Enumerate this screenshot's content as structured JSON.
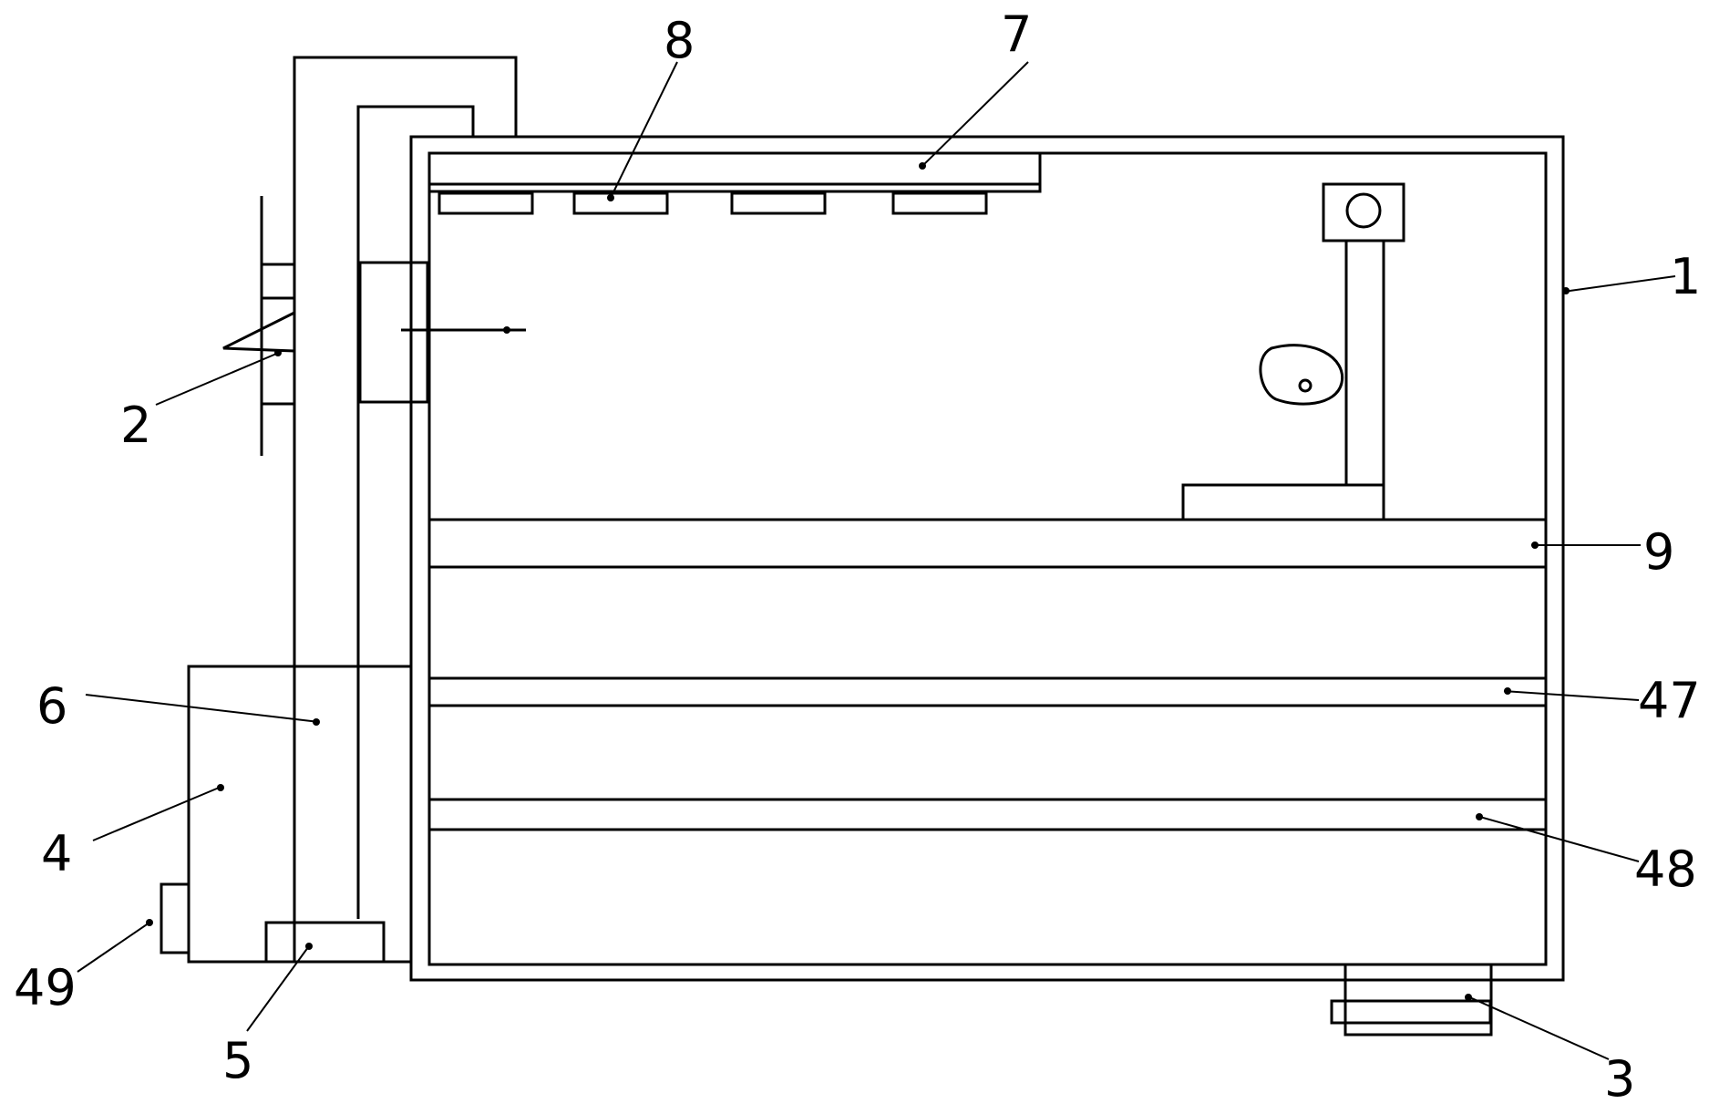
{
  "diagram": {
    "callouts": [
      {
        "id": "1",
        "text": "1"
      },
      {
        "id": "2",
        "text": "2"
      },
      {
        "id": "3",
        "text": "3"
      },
      {
        "id": "4",
        "text": "4"
      },
      {
        "id": "5",
        "text": "5"
      },
      {
        "id": "6",
        "text": "6"
      },
      {
        "id": "7",
        "text": "7"
      },
      {
        "id": "8",
        "text": "8"
      },
      {
        "id": "9",
        "text": "9"
      },
      {
        "id": "47",
        "text": "47"
      },
      {
        "id": "48",
        "text": "48"
      },
      {
        "id": "49",
        "text": "49"
      }
    ]
  }
}
